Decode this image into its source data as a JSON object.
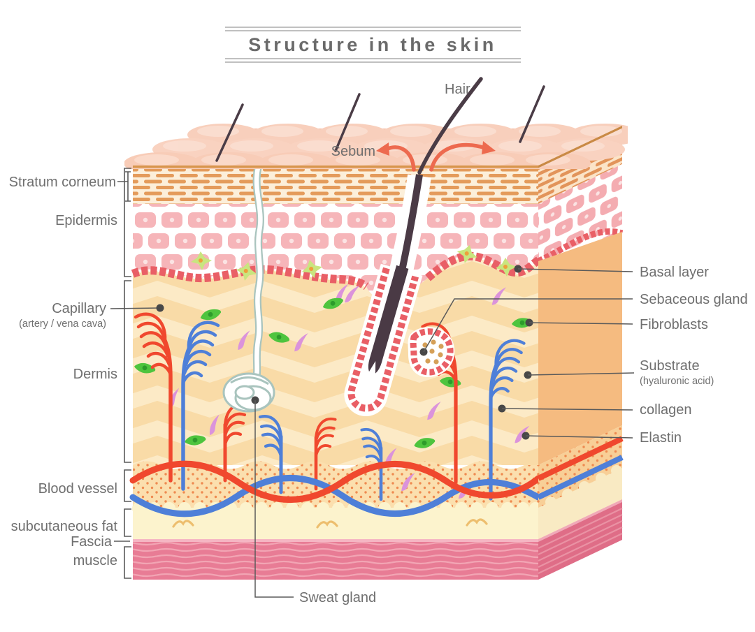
{
  "title": "Structure in the skin",
  "labels": {
    "hair": "Hair",
    "sebum": "Sebum",
    "stratum_corneum": "Stratum corneum",
    "epidermis": "Epidermis",
    "capillary": "Capillary",
    "capillary_sub": "(artery / vena cava)",
    "dermis": "Dermis",
    "blood_vessel": "Blood vessel",
    "subcutaneous_fat": "subcutaneous fat",
    "fascia": "Fascia",
    "muscle": "muscle",
    "sweat_gland": "Sweat gland",
    "basal_layer": "Basal layer",
    "sebaceous_gland": "Sebaceous gland",
    "fibroblasts": "Fibroblasts",
    "substrate": "Substrate",
    "substrate_sub": "(hyaluronic acid)",
    "collagen": "collagen",
    "elastin": "Elastin"
  },
  "colors": {
    "label_text": "#6F6F6F",
    "leader_line": "#5A5A5A",
    "artery_red": "#F0482E",
    "vein_blue": "#4E7FD8",
    "sebum_arrow": "#ED6A4F",
    "fibroblast_green": "#4EC43E",
    "elastin_pink": "#DB93DB",
    "hair_dark": "#4A3A45",
    "epidermis_cell_pink": "#F6B5B9",
    "basal_cell_red": "#E95F66",
    "dermis_tan": "#F9DBA7",
    "blood_zone_dotted": "#FBDFAE",
    "fat_cream": "#FCF3CD",
    "muscle_pink": "#E87C95",
    "stratum_brick": "#E49B5B"
  }
}
